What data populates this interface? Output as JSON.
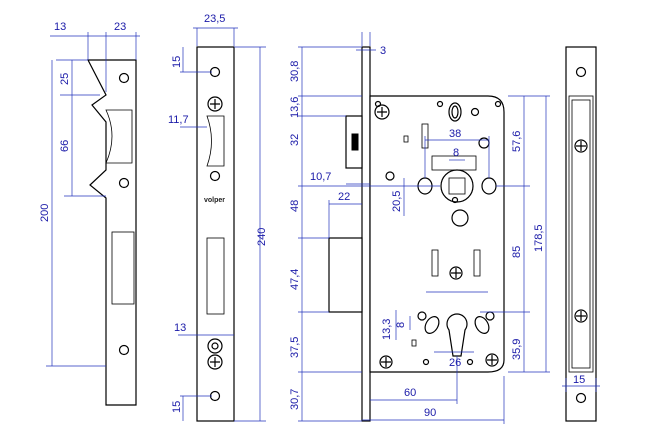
{
  "strike_plate": {
    "dims": {
      "offset_top": "13",
      "width": "23",
      "lip": "25",
      "slot": "66",
      "height": "200"
    }
  },
  "faceplate": {
    "dims": {
      "width": "23,5",
      "screw_offset_top": "15",
      "latch_window": "11,7",
      "length": "240",
      "lower_offset": "13",
      "screw_offset_bottom": "15"
    },
    "brand": "volper"
  },
  "lock_body": {
    "dims": {
      "plate_thickness": "3",
      "top_margin": "30,8",
      "latch_height": "13,6",
      "latch_to_spindle": "32",
      "spindle_offset": "10,7",
      "bolt_projection": "22",
      "spindle_to_bolt": "48",
      "bolt_height": "47,4",
      "cylinder_offset": "37,5",
      "bottom_margin": "30,7",
      "spindle_spacing": "38",
      "spindle_square": "8",
      "spindle_hole": "20,5",
      "cylinder_height": "13,3",
      "cylinder_slot": "8",
      "cylinder_width": "26",
      "backset": "60",
      "body_width": "90",
      "right_top": "57,6",
      "centre_distance": "85",
      "overall_height": "178,5",
      "cylinder_bottom": "35,9"
    }
  },
  "side_view": {
    "dims": {
      "thickness": "15"
    }
  }
}
